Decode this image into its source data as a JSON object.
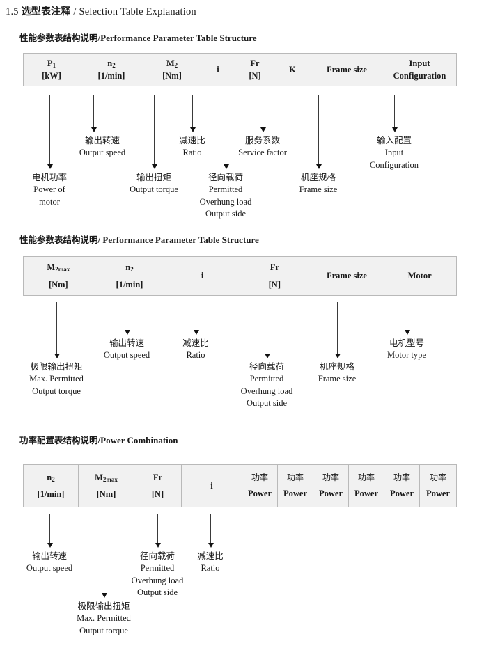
{
  "document": {
    "section_number": "1.5",
    "title_cn": "选型表注释",
    "title_sep": "/",
    "title_en": "Selection Table Explanation"
  },
  "sections": [
    {
      "heading_cn": "性能参数表结构说明",
      "heading_sep": "/",
      "heading_en": "Performance Parameter Table Structure",
      "table": {
        "bordered": false,
        "columns": [
          {
            "line1": "P",
            "line1_sub": "1",
            "line2": "[kW]"
          },
          {
            "line1": "n",
            "line1_sub": "2",
            "line2": "[1/min]"
          },
          {
            "line1": "M",
            "line1_sub": "2",
            "line2": "[Nm]"
          },
          {
            "line1": "i",
            "line1_sub": "",
            "line2": ""
          },
          {
            "line1": "Fr",
            "line1_sub": "",
            "line2": "[N]"
          },
          {
            "line1": "K",
            "line1_sub": "",
            "line2": ""
          },
          {
            "line1": "Frame size",
            "line1_sub": "",
            "line2": ""
          },
          {
            "line1": "Input",
            "line1_sub": "",
            "line2": "Configuration"
          }
        ]
      },
      "annotations": [
        {
          "cn": "电机功率",
          "en": [
            "Power of",
            "motor"
          ]
        },
        {
          "cn": "输出转速",
          "en": [
            "Output speed"
          ]
        },
        {
          "cn": "输出扭矩",
          "en": [
            "Output torque"
          ]
        },
        {
          "cn": "减速比",
          "en": [
            "Ratio"
          ]
        },
        {
          "cn": "径向载荷",
          "en": [
            "Permitted",
            "Overhung load",
            "Output side"
          ]
        },
        {
          "cn": "服务系数",
          "en": [
            "Service factor"
          ]
        },
        {
          "cn": "机座规格",
          "en": [
            "Frame size"
          ]
        },
        {
          "cn": "输入配置",
          "en": [
            "Input",
            "Configuration"
          ]
        }
      ]
    },
    {
      "heading_cn": "性能参数表结构说明",
      "heading_sep": "/",
      "heading_en": "Performance Parameter Table Structure",
      "table": {
        "bordered": false,
        "columns": [
          {
            "line1": "M",
            "line1_sub": "2max",
            "line2": "[Nm]"
          },
          {
            "line1": "n",
            "line1_sub": "2",
            "line2": "[1/min]"
          },
          {
            "line1": "i",
            "line1_sub": "",
            "line2": ""
          },
          {
            "line1": "Fr",
            "line1_sub": "",
            "line2": "[N]"
          },
          {
            "line1": "Frame size",
            "line1_sub": "",
            "line2": ""
          },
          {
            "line1": "Motor",
            "line1_sub": "",
            "line2": ""
          }
        ]
      },
      "annotations": [
        {
          "cn": "极限输出扭矩",
          "en": [
            "Max. Permitted",
            "Output  torque"
          ]
        },
        {
          "cn": "输出转速",
          "en": [
            "Output speed"
          ]
        },
        {
          "cn": "减速比",
          "en": [
            "Ratio"
          ]
        },
        {
          "cn": "径向载荷",
          "en": [
            "Permitted",
            "Overhung load",
            "Output side"
          ]
        },
        {
          "cn": "机座规格",
          "en": [
            "Frame size"
          ]
        },
        {
          "cn": "电机型号",
          "en": [
            "Motor type"
          ]
        }
      ]
    },
    {
      "heading_cn": "功率配置表结构说明",
      "heading_sep": "/",
      "heading_en": "Power Combination",
      "table": {
        "bordered": true,
        "columns": [
          {
            "line1": "n",
            "line1_sub": "2",
            "line2": "[1/min]"
          },
          {
            "line1": "M",
            "line1_sub": "2max",
            "line2": "[Nm]"
          },
          {
            "line1": "Fr",
            "line1_sub": "",
            "line2": "[N]"
          },
          {
            "line1": "i",
            "line1_sub": "",
            "line2": ""
          },
          {
            "line1_cn": "功率",
            "line1_sub": "",
            "line2": "Power"
          },
          {
            "line1_cn": "功率",
            "line1_sub": "",
            "line2": "Power"
          },
          {
            "line1_cn": "功率",
            "line1_sub": "",
            "line2": "Power"
          },
          {
            "line1_cn": "功率",
            "line1_sub": "",
            "line2": "Power"
          },
          {
            "line1_cn": "功率",
            "line1_sub": "",
            "line2": "Power"
          },
          {
            "line1_cn": "功率",
            "line1_sub": "",
            "line2": "Power"
          }
        ]
      },
      "annotations": [
        {
          "cn": "输出转速",
          "en": [
            "Output speed"
          ]
        },
        {
          "cn": "极限输出扭矩",
          "en": [
            "Max. Permitted",
            "Output  torque"
          ]
        },
        {
          "cn": "径向载荷",
          "en": [
            "Permitted",
            "Overhung load",
            "Output side"
          ]
        },
        {
          "cn": "减速比",
          "en": [
            "Ratio"
          ]
        }
      ]
    }
  ]
}
